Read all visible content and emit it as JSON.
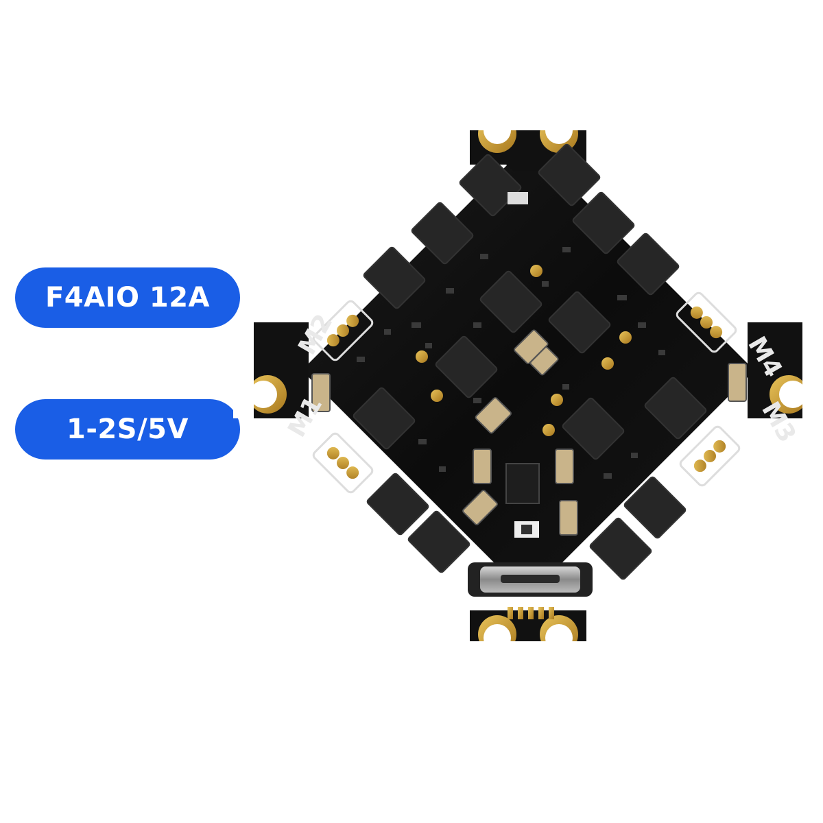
{
  "badges": {
    "model": "F4AIO 12A",
    "voltage": "1-2S/5V"
  },
  "board": {
    "motor_labels": {
      "m1": "M1",
      "m2": "M2",
      "m3": "M3",
      "m4": "M4"
    },
    "pcb_color": "#0f0f0f",
    "pad_color": "#c99a2e"
  }
}
